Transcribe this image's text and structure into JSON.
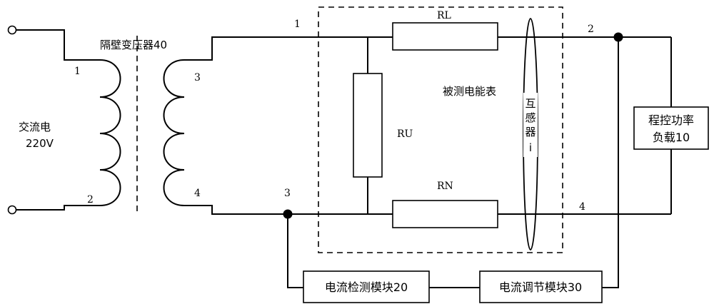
{
  "source": {
    "label_line1": "交流电",
    "label_line2": "220V",
    "pin_top": "1",
    "pin_bottom": "2"
  },
  "transformer": {
    "label": "隔壁变压器40",
    "pin_top": "3",
    "pin_bottom": "4"
  },
  "meter": {
    "label": "被测电能表",
    "resistor_load": "RL",
    "resistor_voltage": "RU",
    "resistor_neutral": "RN"
  },
  "transformer_ct": {
    "char1": "互",
    "char2": "感",
    "char3": "器",
    "char4": "i"
  },
  "nodes": {
    "top_left": "1",
    "top_right": "2",
    "bottom_left": "3",
    "bottom_right": "4"
  },
  "load": {
    "line1": "程控功率",
    "line2": "负载10"
  },
  "modules": {
    "detect": "电流检测模块20",
    "adjust": "电流调节模块30"
  }
}
